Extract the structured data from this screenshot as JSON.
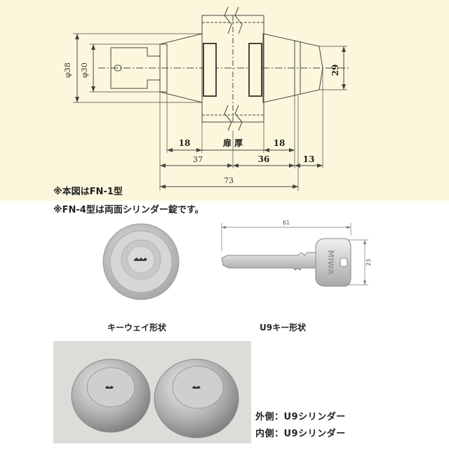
{
  "drawing": {
    "dim_phi38": "φ38",
    "dim_phi30": "φ30",
    "dim_29": "29",
    "dim_18_left": "18",
    "dim_door": "扉 厚",
    "dim_18_right": "18",
    "dim_37": "37",
    "dim_36": "36",
    "dim_13": "13",
    "dim_73": "73"
  },
  "notes": {
    "line1": "※本図はFN-1型",
    "line2": "※FN-4型は両面シリンダー錠です。"
  },
  "key_drawing": {
    "dim_61": "61",
    "dim_23": "23",
    "brand": "MIWA"
  },
  "captions": {
    "keyway": "キーウェイ形状",
    "key": "U9キー形状"
  },
  "sides": {
    "outer": "外側：U9シリンダー",
    "inner": "内側：U9シリンダー"
  },
  "colors": {
    "drawing_bg": "#fcf7dc",
    "line": "#555555",
    "metal": "#c9c9c9"
  }
}
